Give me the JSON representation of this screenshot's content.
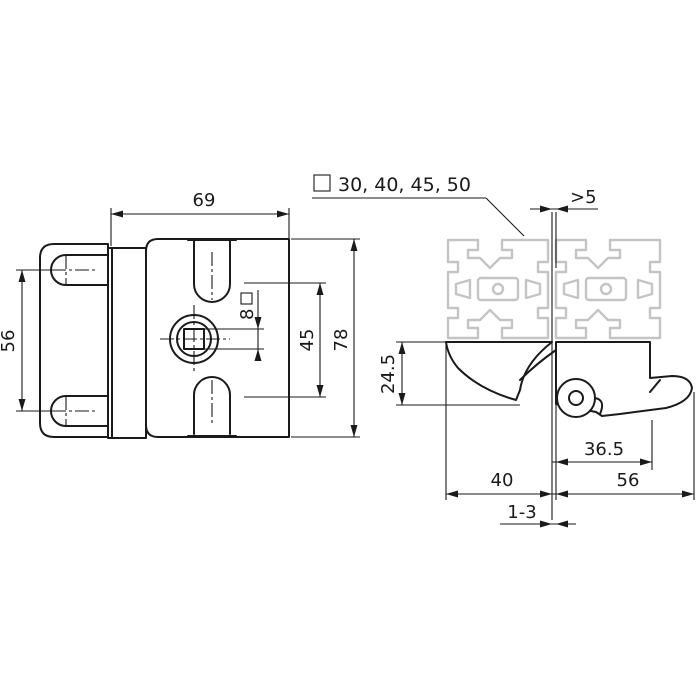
{
  "dimensions": {
    "width_top": "69",
    "height_left": "56",
    "spacing_45": "45",
    "height_78": "78",
    "square_drive": "8",
    "profile_sizes": "30, 40, 45, 50",
    "gap_min": ">5",
    "height_24_5": "24.5",
    "reach_36_5": "36.5",
    "offset_40": "40",
    "length_56": "56",
    "clearance": "1-3"
  }
}
